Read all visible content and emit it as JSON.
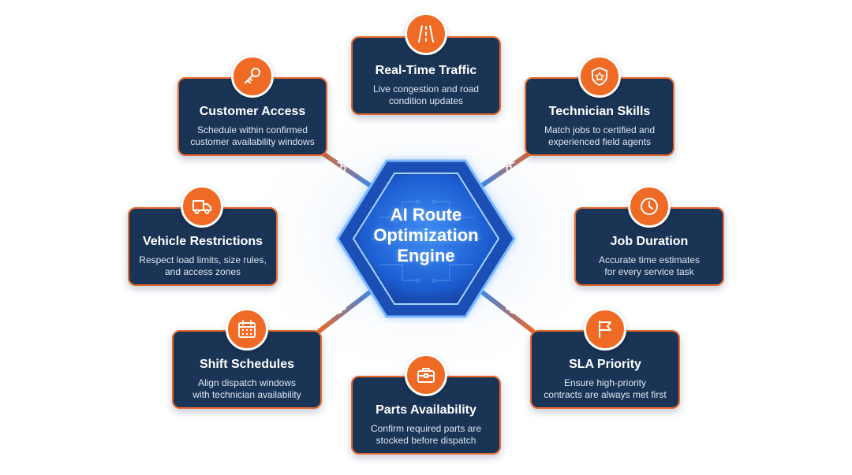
{
  "hub": {
    "title_lines": [
      "AI Route",
      "Optimization",
      "Engine"
    ]
  },
  "cards": {
    "traffic": {
      "title": "Real-Time Traffic",
      "desc": [
        "Live congestion and road",
        "condition updates"
      ],
      "icon": "road-icon"
    },
    "customer": {
      "title": "Customer Access",
      "desc": [
        "Schedule within confirmed",
        "customer availability windows"
      ],
      "icon": "key-icon"
    },
    "skills": {
      "title": "Technician Skills",
      "desc": [
        "Match jobs to certified and",
        "experienced field agents"
      ],
      "icon": "badge-star-icon"
    },
    "vehicle": {
      "title": "Vehicle Restrictions",
      "desc": [
        "Respect load limits, size rules,",
        "and access zones"
      ],
      "icon": "truck-icon"
    },
    "duration": {
      "title": "Job Duration",
      "desc": [
        "Accurate time estimates",
        "for every service task"
      ],
      "icon": "clock-icon"
    },
    "shift": {
      "title": "Shift Schedules",
      "desc": [
        "Align dispatch windows",
        "with technician availability"
      ],
      "icon": "calendar-icon"
    },
    "sla": {
      "title": "SLA Priority",
      "desc": [
        "Ensure high-priority",
        "contracts are always met first"
      ],
      "icon": "flag-icon"
    },
    "parts": {
      "title": "Parts Availability",
      "desc": [
        "Confirm required parts are",
        "stocked before dispatch"
      ],
      "icon": "toolbox-icon"
    }
  },
  "colors": {
    "card_fill": "#1a3456",
    "card_border": "#e9692c",
    "icon_badge": "#ef6a24",
    "hub_blue": "#1d64d8",
    "connector_blue": "#3b86e6",
    "connector_orange": "#e9692c"
  }
}
